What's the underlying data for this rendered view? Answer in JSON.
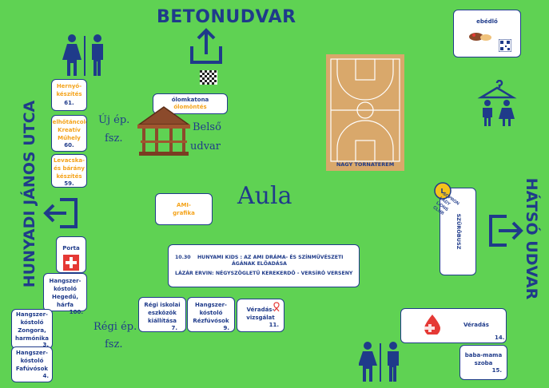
{
  "labels": {
    "betonudvar": "BETONUDVAR",
    "hunyadi": "HUNYADI JÁNOS UTCA",
    "hatso": "HÁTSÓ UDVAR",
    "aula": "Aula",
    "uj_ep": "Új ép.",
    "uj_fsz": "fsz.",
    "belso": "Belső",
    "udvar": "udvar",
    "regi_ep": "Régi ép.",
    "regi_fsz": "fsz."
  },
  "court": {
    "label": "NAGY TORNATEREM"
  },
  "rooms": {
    "ebedlo": {
      "label": "ebédlő"
    },
    "olomkatona": {
      "line1": "ólomkatona",
      "line2": "ólomöntés"
    },
    "hernyo": {
      "line1": "Hernyó-",
      "line2": "készítés",
      "number": "61."
    },
    "felhotancolo": {
      "line1": "Felhőtáncoló",
      "line2": "Kreatív",
      "line3": "Műhely",
      "number": "60."
    },
    "levacska": {
      "line1": "Levacska-",
      "line2": "és bárány",
      "line3": "készítés",
      "number": "59."
    },
    "ami": {
      "line1": "AMI-",
      "line2": "grafika"
    },
    "porta": {
      "label": "Porta"
    },
    "hegedu": {
      "line1": "Hangszer-",
      "line2": "kóstoló",
      "line3": "Hegedű, hárfa",
      "number": "100."
    },
    "zongora": {
      "line1": "Hangszer-",
      "line2": "kóstoló",
      "line3": "Zongora,",
      "line4": "harmónika",
      "number": "3."
    },
    "fafuvosok": {
      "line1": "Hangszer-",
      "line2": "kóstoló",
      "line3": "Fafúvósok",
      "number": "4."
    },
    "regi_iskolai": {
      "line1": "Régi iskolai",
      "line2": "eszközök",
      "line3": "kiállítása",
      "number": "7."
    },
    "rezfuvosok": {
      "line1": "Hangszer-",
      "line2": "kóstoló",
      "line3": "Rézfúvósok",
      "number": "9."
    },
    "veradas_vizsgalat": {
      "line1": "Véradás-",
      "line2": "vizsgálat",
      "number": "11."
    },
    "veradas": {
      "label": "Véradás",
      "number": "14."
    },
    "babamama": {
      "line1": "baba-mama",
      "line2": "szoba",
      "number": "15."
    },
    "szurobusz": {
      "label": "SZŰRŐBUSZ",
      "lions": "SOPRON LADY LIONS CLUB"
    }
  },
  "schedule": {
    "row1_time": "10.30",
    "row1_text": "HUNYAMI KIDS : AZ AMI DRÁMA- ÉS SZÍNMŰVÉSZETI",
    "row1_text2": "ÁGÁNAK ELŐADÁSA",
    "row2_text": "LÁZÁR ERVIN: NÉGYSZÖGLETŰ KEREKERDŐ  - VERSÍRÓ VERSENY"
  },
  "colors": {
    "background": "#5fd253",
    "navy": "#1f3b8a",
    "orange": "#f4a31b",
    "red": "#e53935"
  }
}
